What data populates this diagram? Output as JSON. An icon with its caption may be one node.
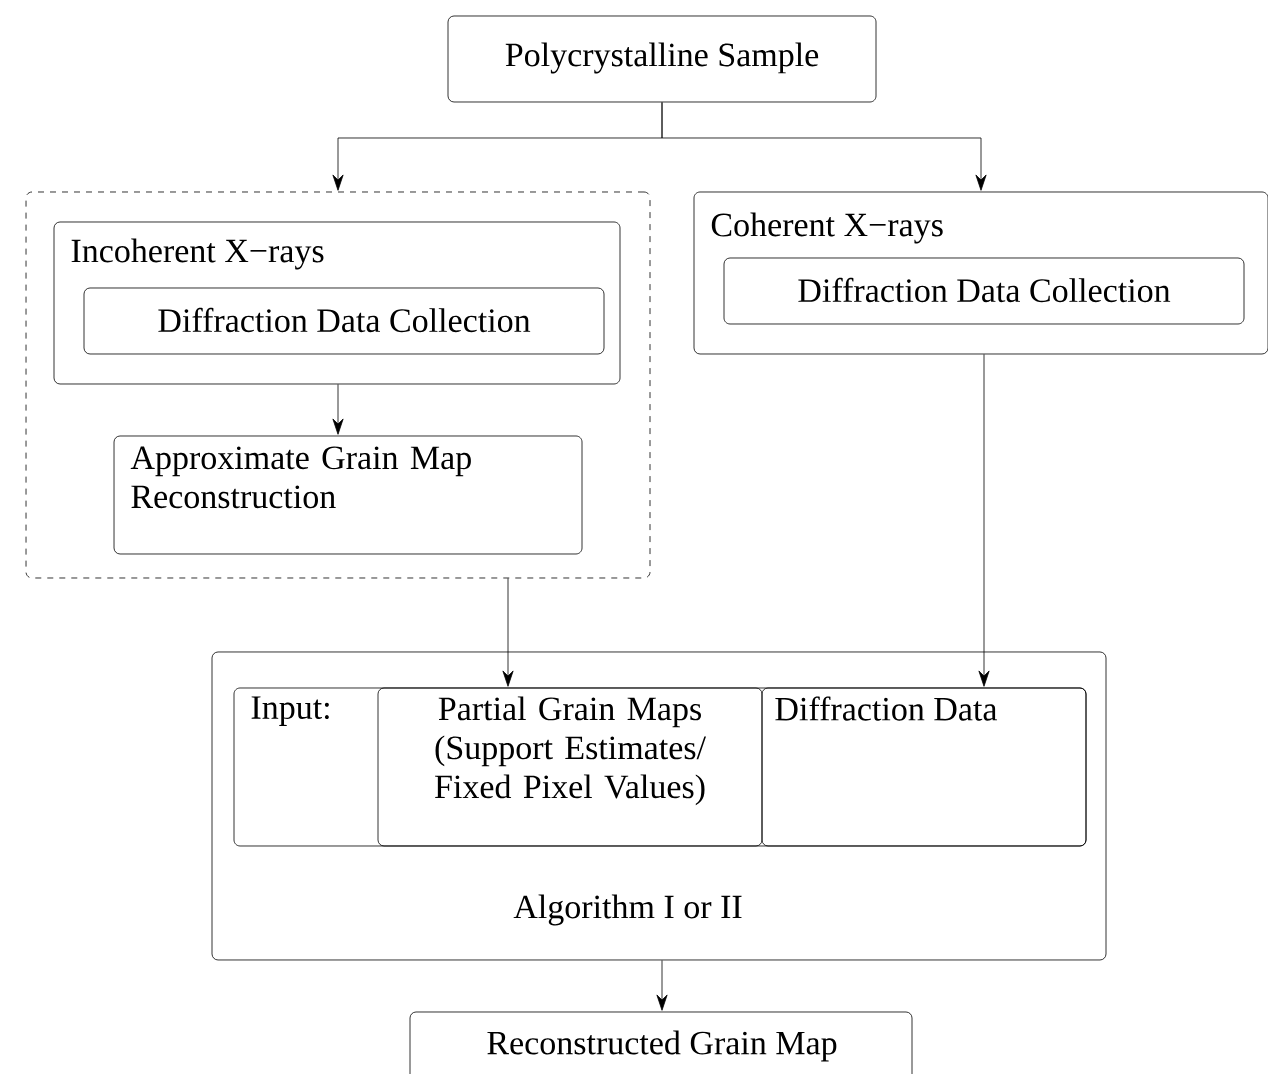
{
  "diagram": {
    "nodes": [
      {
        "text": [
          "Polycrystalline Sample"
        ]
      },
      {
        "text": [],
        "shape": "box"
      },
      {
        "text": [
          "Incoherent X−rays"
        ],
        "in": 1
      },
      {
        "text": [
          "Diffraction Data Collection"
        ],
        "in": 2
      },
      {
        "text": [
          "Approximate Grain Map Reconstruction"
        ],
        "in": 1
      },
      {
        "text": [
          "Coherent X−rays"
        ]
      },
      {
        "text": [
          "Diffraction Data Collection"
        ],
        "in": 5
      },
      {
        "text": [
          "Algorithm I or II"
        ]
      },
      {
        "text": [
          "Input:"
        ],
        "in": 7
      },
      {
        "text": [
          "Partial Grain Maps (Support Estimates/ Fixed Pixel Values)"
        ],
        "in": 8
      },
      {
        "text": [
          "Diffraction Data"
        ],
        "in": 8
      },
      {
        "text": [
          "Reconstructed Grain Map"
        ]
      }
    ],
    "edges": [
      {
        "from": 0,
        "to": 1,
        "arrow": "to"
      },
      {
        "from": 0,
        "to": 5,
        "arrow": "to"
      },
      {
        "from": 2,
        "to": 4,
        "arrow": "to"
      },
      {
        "from": 1,
        "to": 9,
        "arrow": "to"
      },
      {
        "from": 5,
        "to": 10,
        "arrow": "to"
      },
      {
        "from": 7,
        "to": 11,
        "arrow": "to"
      }
    ]
  }
}
